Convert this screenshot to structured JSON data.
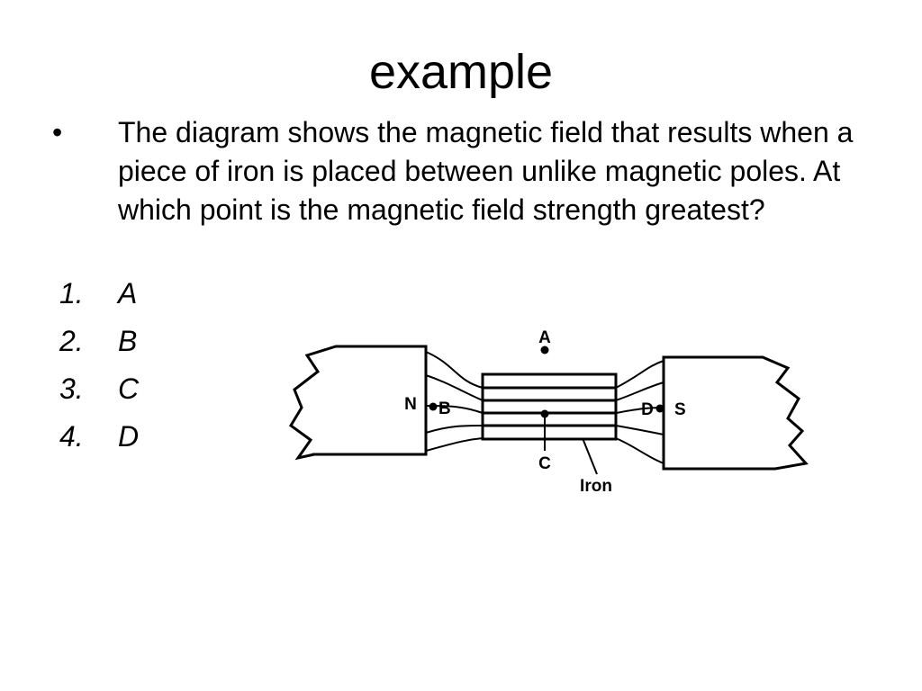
{
  "slide": {
    "title": "example",
    "bullet": "•",
    "question": "The diagram shows the magnetic field that results when a piece of iron is placed between unlike magnetic poles. At which point is the magnetic field strength greatest?",
    "options": [
      {
        "number": "1.",
        "letter": "A"
      },
      {
        "number": "2.",
        "letter": "B"
      },
      {
        "number": "3.",
        "letter": "C"
      },
      {
        "number": "4.",
        "letter": "D"
      }
    ]
  },
  "diagram": {
    "labels": {
      "point_a": "A",
      "point_b": "B",
      "point_c": "C",
      "point_d": "D",
      "north_pole": "N",
      "south_pole": "S",
      "iron": "Iron"
    }
  }
}
